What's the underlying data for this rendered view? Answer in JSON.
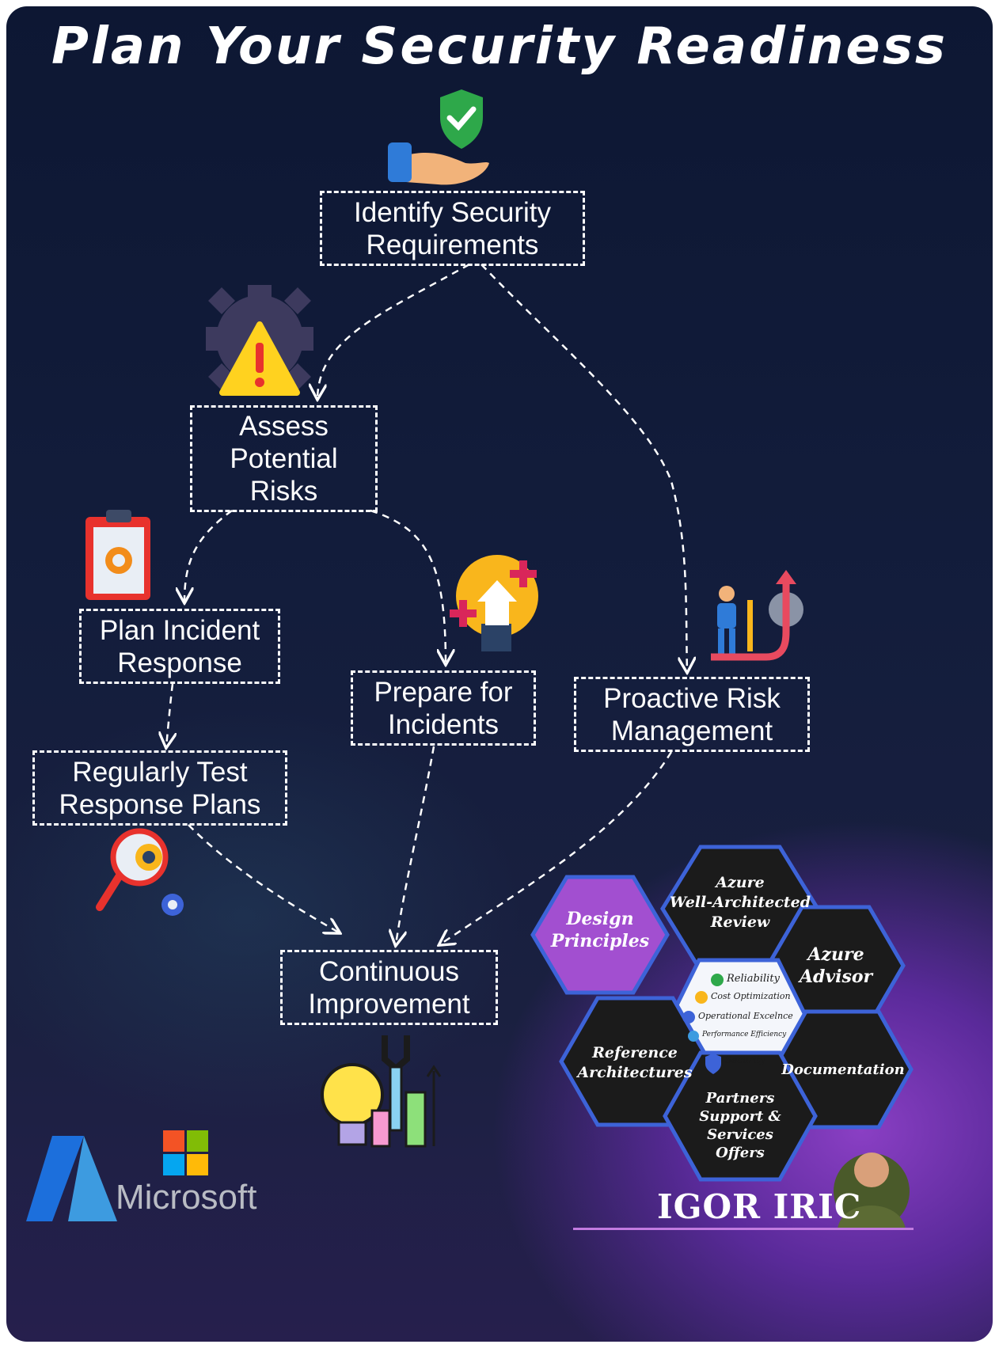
{
  "title": "Plan Your Security Readiness",
  "steps": {
    "identify": "Identify Security Requirements",
    "assess": "Assess Potential Risks",
    "plan": "Plan Incident Response",
    "prepare": "Prepare for Incidents",
    "proactive": "Proactive Risk Management",
    "test": "Regularly Test Response Plans",
    "improve": "Continuous Improvement"
  },
  "hexagons": {
    "design": "Design Principles",
    "war": [
      "Azure",
      "Well-Architected",
      "Review"
    ],
    "advisor": [
      "Azure",
      "Advisor"
    ],
    "docs": "Documentation",
    "partners": [
      "Partners",
      "Support &",
      "Services",
      "Offers"
    ],
    "reference": [
      "Reference",
      "Architectures"
    ],
    "pillars": [
      "Reliability",
      "Cost Optimization",
      "Operational Excelnce",
      "Performance Efficiency",
      "Security"
    ]
  },
  "brand": {
    "company": "Microsoft"
  },
  "author": "IGOR IRIC",
  "colors": {
    "background": "#131d3c",
    "hex_dark": "#1b1b1b",
    "hex_border": "#3d63d8",
    "hex_purple": "#a24fd0",
    "accent_purple": "#8a3fc4"
  },
  "icons": [
    "shield-hand-icon",
    "gear-warning-icon",
    "clipboard-gear-icon",
    "lightbulb-arrow-icon",
    "person-growth-icon",
    "magnifier-gear-icon",
    "bulb-wrench-chart-icon",
    "azure-logo-icon",
    "microsoft-logo-icon",
    "author-photo"
  ]
}
